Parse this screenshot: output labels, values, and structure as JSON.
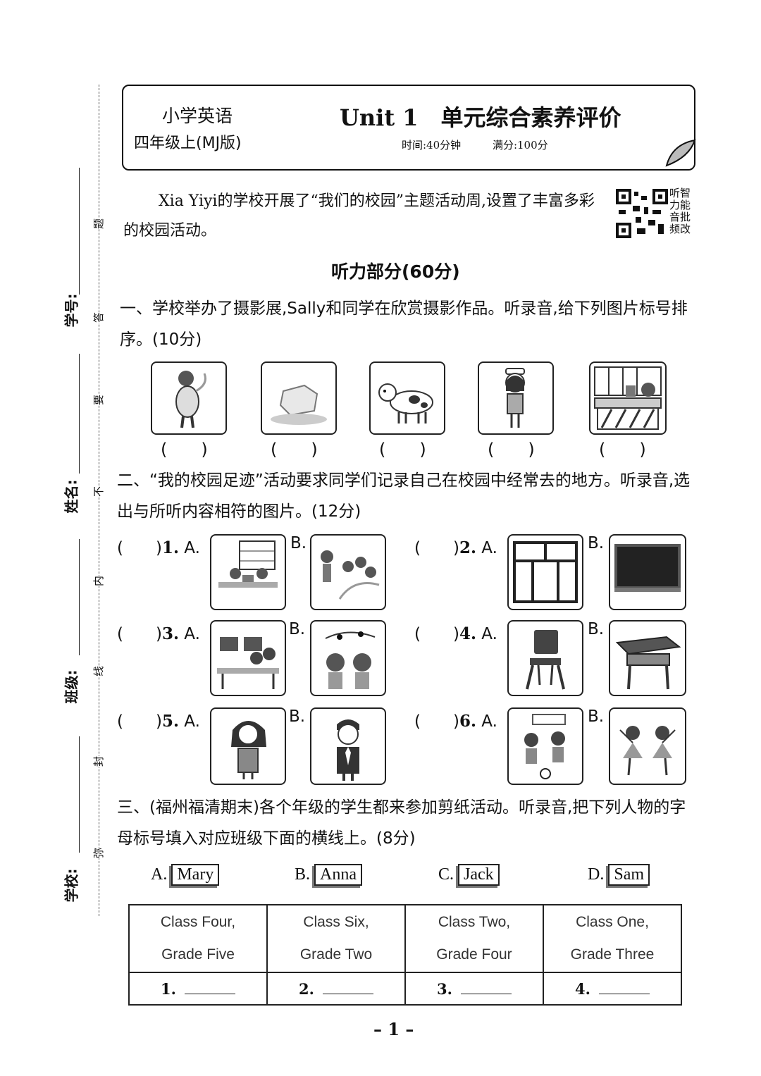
{
  "side": {
    "student_no": "学号:",
    "name": "姓名:",
    "class": "班级:",
    "school": "学校:",
    "seal": [
      "题",
      "答",
      "要",
      "不",
      "内",
      "线",
      "封",
      "弥"
    ]
  },
  "header": {
    "subject": "小学英语",
    "grade": "四年级上(MJ版)",
    "title": "Unit 1　单元综合素养评价",
    "time": "时间:40分钟",
    "score": "满分:100分"
  },
  "intro": "Xia Yiyi的学校开展了“我们的校园”主题活动周,设置了丰富多彩的校园活动。",
  "qr_caption": "听智力能音批频改",
  "listening_title": "听力部分(60分)",
  "q1": {
    "text": "一、学校举办了摄影展,Sally和同学在欣赏摄影作品。听录音,给下列图片标号排序。(10分)",
    "paren": "(　　)",
    "images": [
      "girl-warm-icon",
      "ice-melting-icon",
      "cow-icon",
      "girl-student-icon",
      "shop-icon"
    ]
  },
  "q2": {
    "text": "二、“我的校园足迹”活动要求同学们记录自己在校园中经常去的地方。听录音,选出与所听内容相符的图片。(12分)",
    "paren": "(　　)",
    "items": [
      {
        "num": "1.",
        "a": "A.",
        "b": "B."
      },
      {
        "num": "2.",
        "a": "A.",
        "b": "B."
      },
      {
        "num": "3.",
        "a": "A.",
        "b": "B."
      },
      {
        "num": "4.",
        "a": "A.",
        "b": "B."
      },
      {
        "num": "5.",
        "a": "A.",
        "b": "B."
      },
      {
        "num": "6.",
        "a": "A.",
        "b": "B."
      }
    ]
  },
  "q3": {
    "text": "三、(福州福清期末)各个年级的学生都来参加剪纸活动。听录音,把下列人物的字母标号填入对应班级下面的横线上。(8分)",
    "names": [
      {
        "letter": "A.",
        "name": "Mary"
      },
      {
        "letter": "B.",
        "name": "Anna"
      },
      {
        "letter": "C.",
        "name": "Jack"
      },
      {
        "letter": "D.",
        "name": "Sam"
      }
    ],
    "classes": [
      {
        "line1": "Class Four,",
        "line2": "Grade Five",
        "num": "1."
      },
      {
        "line1": "Class Six,",
        "line2": "Grade Two",
        "num": "2."
      },
      {
        "line1": "Class Two,",
        "line2": "Grade Four",
        "num": "3."
      },
      {
        "line1": "Class One,",
        "line2": "Grade Three",
        "num": "4."
      }
    ]
  },
  "page_number": "– 1 –"
}
